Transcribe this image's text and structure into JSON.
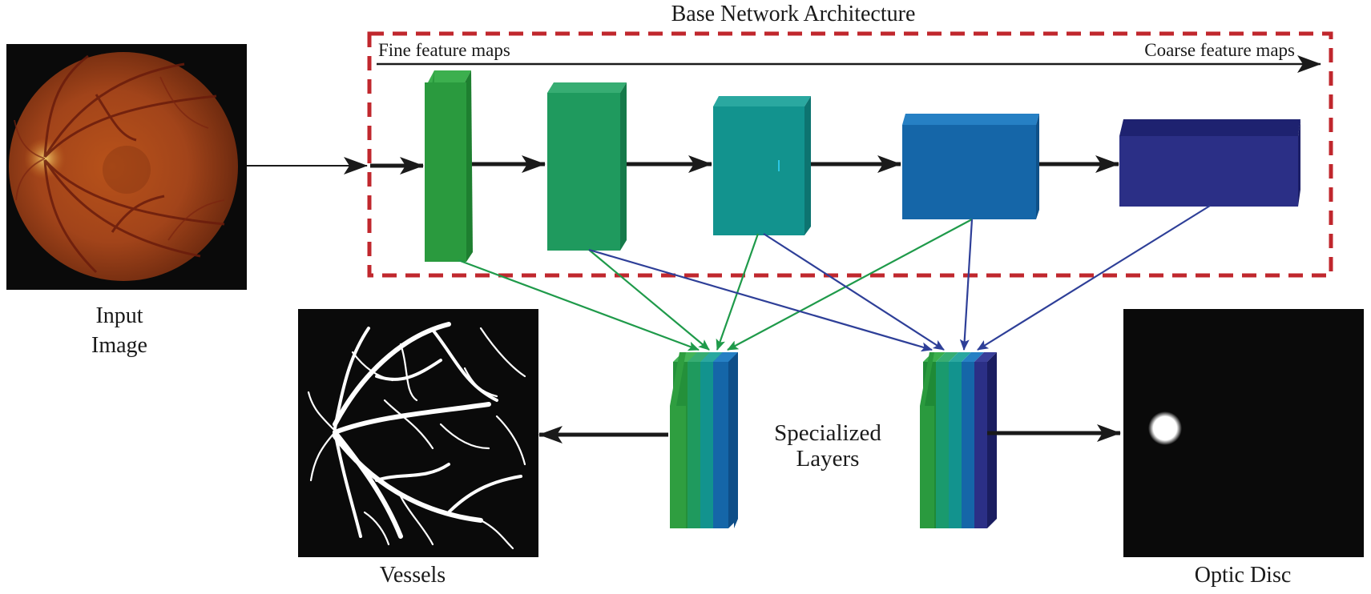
{
  "title": "Base Network Architecture",
  "labels": {
    "fine": "Fine feature maps",
    "coarse": "Coarse feature maps",
    "input_line1": "Input",
    "input_line2": "Image",
    "specialized_line1": "Specialized",
    "specialized_line2": "Layers",
    "vessels": "Vessels",
    "optic_disc": "Optic Disc"
  },
  "colors": {
    "frame": "#c0272d",
    "arrow": "#1a1a1a",
    "green_link": "#1f9a4a",
    "blue_link": "#2e3f98",
    "block1": "#2a9a3e",
    "block2": "#1f9a5e",
    "block3": "#12938e",
    "block4": "#1566a8",
    "block5": "#2b2f86"
  }
}
